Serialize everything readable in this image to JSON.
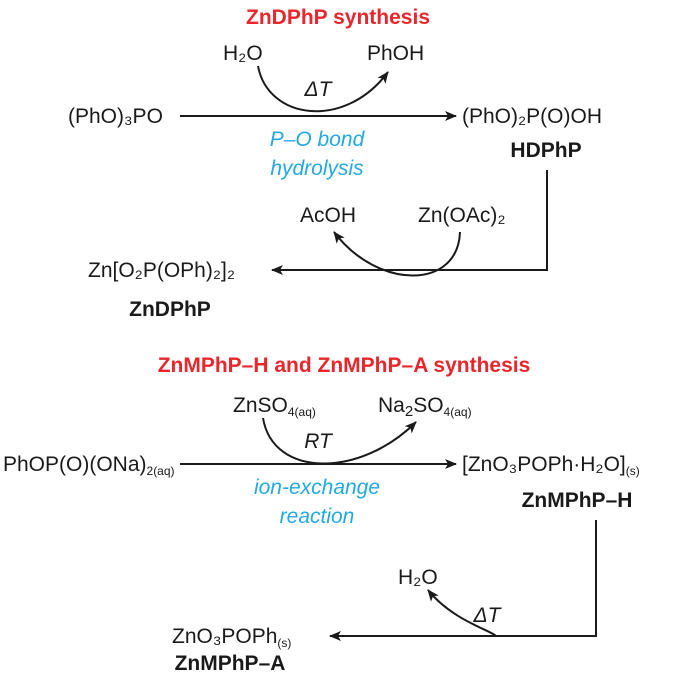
{
  "scheme1": {
    "title": "ZnDPhP synthesis",
    "reactant": "(PhO)₃PO",
    "water": "H₂O",
    "phenol": "PhOH",
    "condition": "ΔT",
    "note_line1": "P–O bond",
    "note_line2": "hydrolysis",
    "product": "(PhO)₂P(O)OH",
    "product_name": "HDPhP",
    "acetic_acid": "AcOH",
    "zinc_acetate": "Zn(OAc)₂",
    "final_product": "Zn[O₂P(OPh)₂]₂",
    "final_name": "ZnDPhP"
  },
  "scheme2": {
    "title": "ZnMPhP–H and ZnMPhP–A synthesis",
    "reactant": "PhOP(O)(ONa)",
    "reactant_sub": "2(aq)",
    "zinc_sulfate": "ZnSO",
    "zinc_sulfate_sub": "4(aq)",
    "sodium_sulfate_a": "Na",
    "sodium_sulfate_b": "2",
    "sodium_sulfate_c": "SO",
    "sodium_sulfate_sub": "4(aq)",
    "condition": "RT",
    "note_line1": "ion-exchange",
    "note_line2": "reaction",
    "product": "[ZnO₃POPh·H₂O]",
    "product_sub": "(s)",
    "product_name": "ZnMPhP–H",
    "water": "H₂O",
    "heat": "ΔT",
    "final_product": "ZnO₃POPh",
    "final_sub": "(s)",
    "final_name": "ZnMPhP–A"
  }
}
